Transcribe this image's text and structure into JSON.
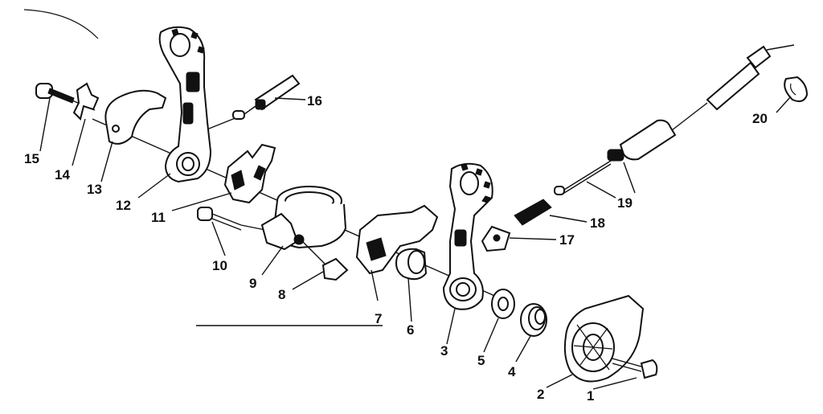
{
  "diagram": {
    "labels": {
      "l1": "1",
      "l2": "2",
      "l3": "3",
      "l4": "4",
      "l5": "5",
      "l6": "6",
      "l7": "7",
      "l8": "8",
      "l9": "9",
      "l10": "10",
      "l11": "11",
      "l12": "12",
      "l13": "13",
      "l14": "14",
      "l15": "15",
      "l16": "16",
      "l17": "17",
      "l18": "18",
      "l19": "19",
      "l20": "20"
    }
  }
}
